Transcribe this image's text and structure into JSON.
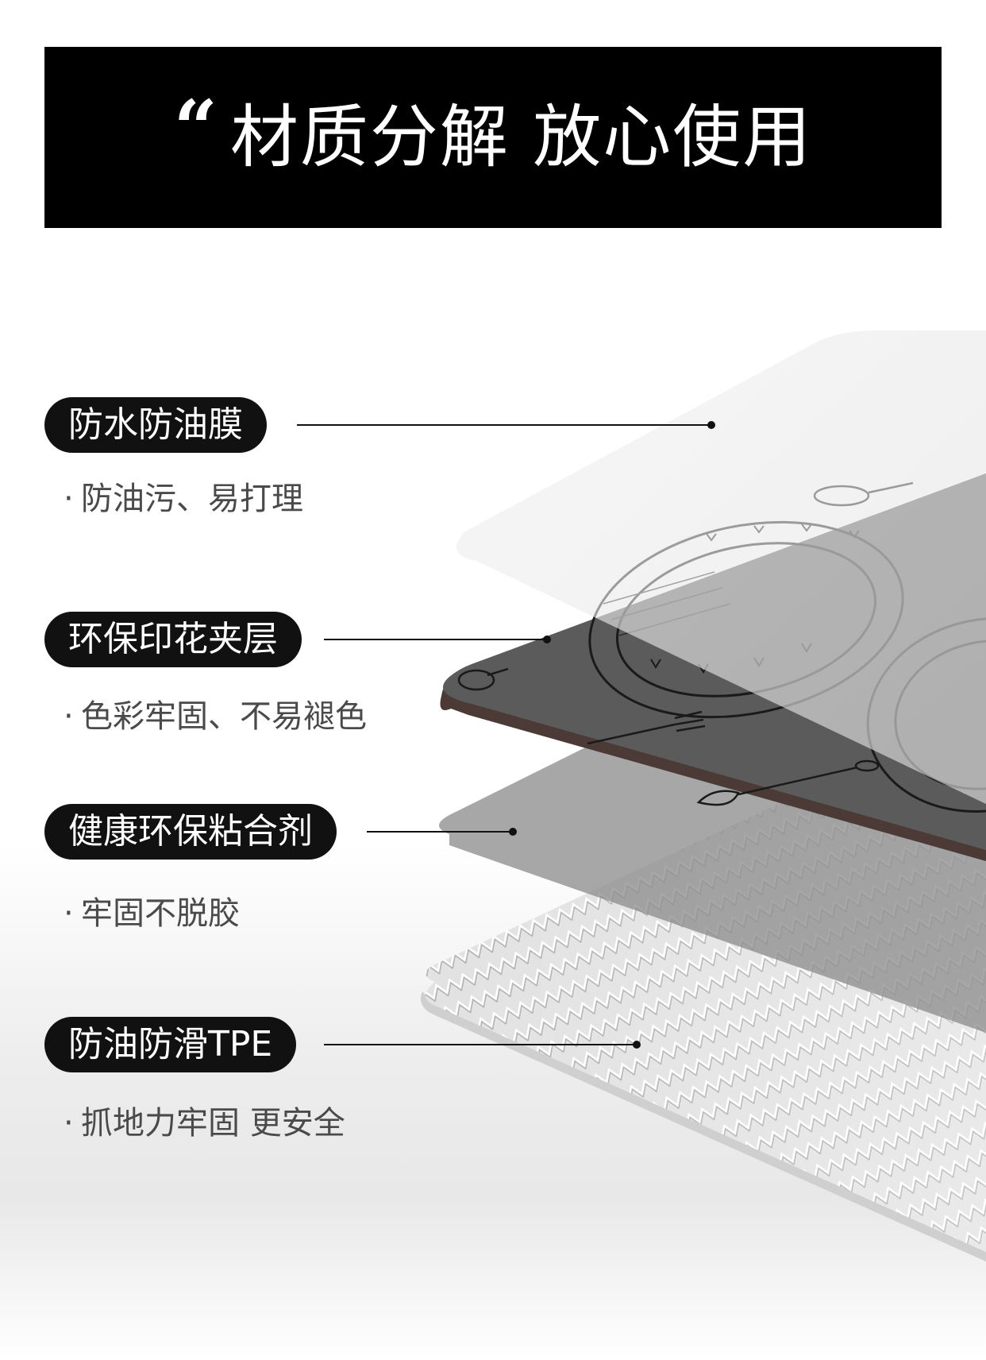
{
  "header": {
    "quote": "“",
    "title": "材质分解 放心使用"
  },
  "layers": [
    {
      "label": "防水防油膜",
      "detail": "防油污、易打理"
    },
    {
      "label": "环保印花夹层",
      "detail": "色彩牢固、不易褪色"
    },
    {
      "label": "健康环保粘合剂",
      "detail": "牢固不脱胶"
    },
    {
      "label": "防油防滑TPE",
      "detail": "抓地力牢固 更安全"
    }
  ],
  "bullet": "·",
  "colors": {
    "header_bg": "#000000",
    "pill_bg": "#111111",
    "pill_text": "#ffffff",
    "detail_text": "#4a4a4a",
    "film_layer": "#e6e6e6",
    "print_layer": "#5e5e5e",
    "adhesive_layer": "#a9a9a9",
    "tpe_layer": "#dcdcdc"
  },
  "icons": [
    "plate-icon",
    "fork-icon",
    "pan-icon",
    "strainer-icon"
  ]
}
